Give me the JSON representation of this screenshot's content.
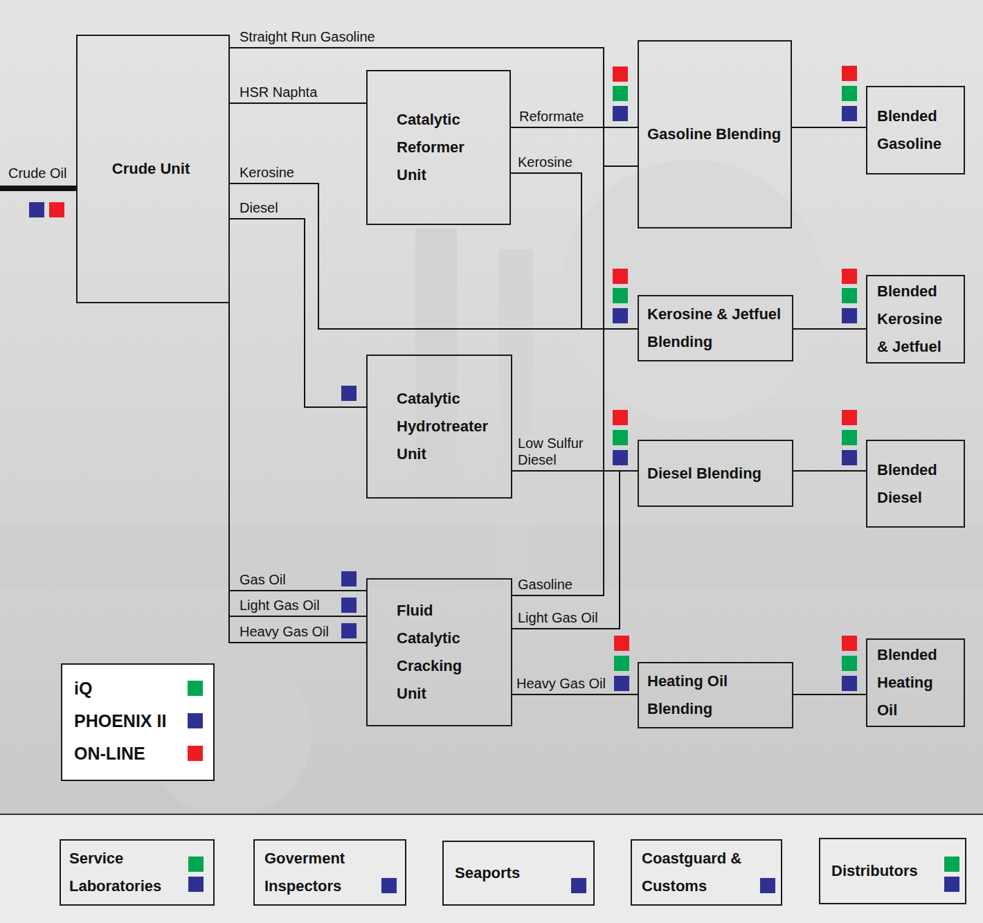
{
  "diagram": {
    "nodes": [
      {
        "text": [
          "Crude Unit"
        ]
      },
      {
        "text": [
          "Catalytic Reformer Unit"
        ]
      },
      {
        "text": [
          "Gasoline Blending"
        ]
      },
      {
        "text": [
          "Blended Gasoline"
        ]
      },
      {
        "text": [
          "Kerosine & Jetfuel Blending"
        ]
      },
      {
        "text": [
          "Blended Kerosine & Jetfuel"
        ]
      },
      {
        "text": [
          "Catalytic Hydrotreater Unit"
        ]
      },
      {
        "text": [
          "Diesel Blending"
        ]
      },
      {
        "text": [
          "Blended Diesel"
        ]
      },
      {
        "text": [
          "Fluid Catalytic Cracking Unit"
        ]
      },
      {
        "text": [
          "Heating Oil Blending"
        ]
      },
      {
        "text": [
          "Blended Heating Oil"
        ]
      },
      {
        "text": [
          "Service Laboratories"
        ]
      },
      {
        "text": [
          "Goverment Inspectors"
        ]
      },
      {
        "text": [
          "Seaports"
        ]
      },
      {
        "text": [
          "Coastguard & Customs"
        ]
      },
      {
        "text": [
          "Distributors"
        ]
      }
    ],
    "edges": [
      {
        "from": 0,
        "to": 2,
        "label": "Straight Run Gasoline",
        "arrow": "none"
      },
      {
        "from": 0,
        "to": 1,
        "label": "HSR Naphta",
        "arrow": "none"
      },
      {
        "from": 1,
        "to": 2,
        "label": "Reformate",
        "arrow": "none"
      },
      {
        "from": 0,
        "to": 4,
        "label": "Kerosine",
        "arrow": "none"
      },
      {
        "from": 1,
        "to": 4,
        "label": "Kerosine",
        "arrow": "none"
      },
      {
        "from": 0,
        "to": 6,
        "label": "Diesel",
        "arrow": "none"
      },
      {
        "from": 6,
        "to": 7,
        "label": "Low Sulfur Diesel",
        "arrow": "none"
      },
      {
        "from": 0,
        "to": 9,
        "label": "Gas Oil",
        "arrow": "none"
      },
      {
        "from": 0,
        "to": 9,
        "label": "Light Gas Oil",
        "arrow": "none"
      },
      {
        "from": 0,
        "to": 9,
        "label": "Heavy Gas Oil",
        "arrow": "none"
      },
      {
        "from": 9,
        "to": 2,
        "label": "Gasoline",
        "arrow": "none"
      },
      {
        "from": 9,
        "to": 7,
        "label": "Light Gas Oil",
        "arrow": "none"
      },
      {
        "from": 9,
        "to": 10,
        "label": "Heavy Gas Oil",
        "arrow": "none"
      },
      {
        "from": 2,
        "to": 3,
        "arrow": "none"
      },
      {
        "from": 4,
        "to": 5,
        "arrow": "none"
      },
      {
        "from": 7,
        "to": 8,
        "arrow": "none"
      },
      {
        "from": 10,
        "to": 11,
        "arrow": "none"
      }
    ],
    "labels": [
      "Crude Oil"
    ],
    "legend": [
      {
        "text": "iQ",
        "color": "#00a651"
      },
      {
        "text": "PHOENIX II",
        "color": "#2e3192"
      },
      {
        "text": "ON-LINE",
        "color": "#ed1c24"
      }
    ]
  }
}
